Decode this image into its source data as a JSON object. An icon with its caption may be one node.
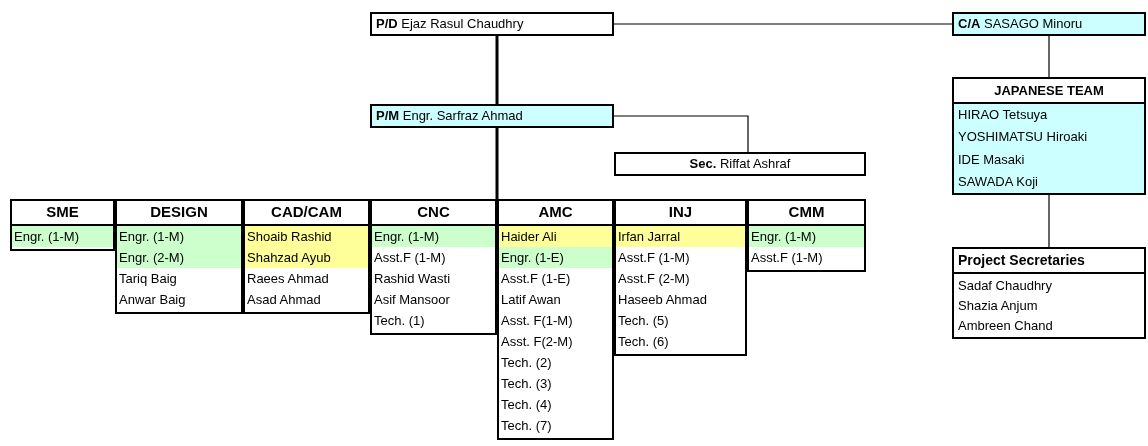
{
  "diagram": {
    "nodes": [
      {
        "text": [
          "**P/D** Ejaz Rasul Chaudhry"
        ]
      },
      {
        "text": [
          "**C/A** SASAGO Minoru"
        ]
      },
      {
        "text": [
          "**P/M** Engr. Sarfraz Ahmad"
        ]
      },
      {
        "text": [
          "**Sec.** Riffat Ashraf"
        ]
      },
      {
        "text": [
          "JAPANESE TEAM",
          "HIRAO Tetsuya",
          "YOSHIMATSU Hiroaki",
          "IDE Masaki",
          "SAWADA Koji"
        ]
      },
      {
        "text": [
          "Project Secretaries",
          "Sadaf Chaudhry",
          "Shazia Anjum",
          "Ambreen Chand"
        ]
      },
      {
        "text": [
          "SME",
          "Engr. (1-M)"
        ]
      },
      {
        "text": [
          "DESIGN",
          "Engr. (1-M)",
          "Engr. (2-M)",
          "Tariq Baig",
          "Anwar Baig"
        ]
      },
      {
        "text": [
          "CAD/CAM",
          "Shoaib Rashid",
          "Shahzad Ayub",
          "Raees Ahmad",
          "Asad Ahmad"
        ]
      },
      {
        "text": [
          "CNC",
          "Engr. (1-M)",
          "Asst.F (1-M)",
          "Rashid Wasti",
          "Asif Mansoor",
          "Tech. (1)"
        ]
      },
      {
        "text": [
          "AMC",
          "Haider Ali",
          "Engr. (1-E)",
          "Asst.F (1-E)",
          "Latif Awan",
          "Asst. F(1-M)",
          "Asst. F(2-M)",
          "Tech. (2)",
          "Tech. (3)",
          "Tech. (4)",
          "Tech. (7)"
        ]
      },
      {
        "text": [
          "INJ",
          "Irfan Jarral",
          "Asst.F (1-M)",
          "Asst.F (2-M)",
          "Haseeb Ahmad",
          "Tech. (5)",
          "Tech. (6)"
        ]
      },
      {
        "text": [
          "CMM",
          "Engr. (1-M)",
          "Asst.F (1-M)"
        ]
      }
    ],
    "edges": [
      {
        "from": 0,
        "to": 1,
        "arrow": "none"
      },
      {
        "from": 0,
        "to": 2,
        "arrow": "none",
        "style": "thick"
      },
      {
        "from": 2,
        "to": 3,
        "arrow": "none"
      },
      {
        "from": 2,
        "to": 10,
        "arrow": "none",
        "style": "thick"
      },
      {
        "from": 1,
        "to": 4,
        "arrow": "none"
      },
      {
        "from": 4,
        "to": 5,
        "arrow": "none"
      }
    ]
  }
}
